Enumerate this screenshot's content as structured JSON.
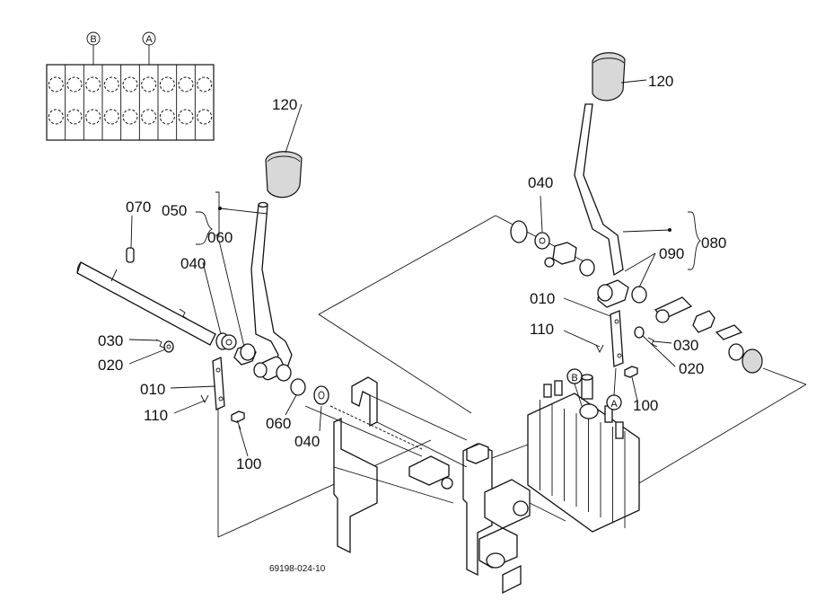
{
  "figure_code": "69198-024-10",
  "callouts": {
    "knob_left": "120",
    "knob_right": "120",
    "pin": "070",
    "lever_assy_left": "050",
    "lever_assy_right": "080",
    "bush_left_upper": "060",
    "bush_left_lower": "060",
    "washer_left_upper": "040",
    "washer_left_lower": "040",
    "washer_right": "040",
    "clip_left": "030",
    "clip_right": "030",
    "washer_small_left": "020",
    "washer_small_right": "020",
    "plate_left": "010",
    "plate_right": "010",
    "spring_pin_left": "110",
    "spring_pin_right": "110",
    "bolt_left": "100",
    "bolt_right": "100",
    "bush_right": "090"
  },
  "markers": {
    "a": "A",
    "b": "B"
  },
  "inset": {
    "marker_a": "A",
    "marker_b": "B",
    "columns": 9
  }
}
